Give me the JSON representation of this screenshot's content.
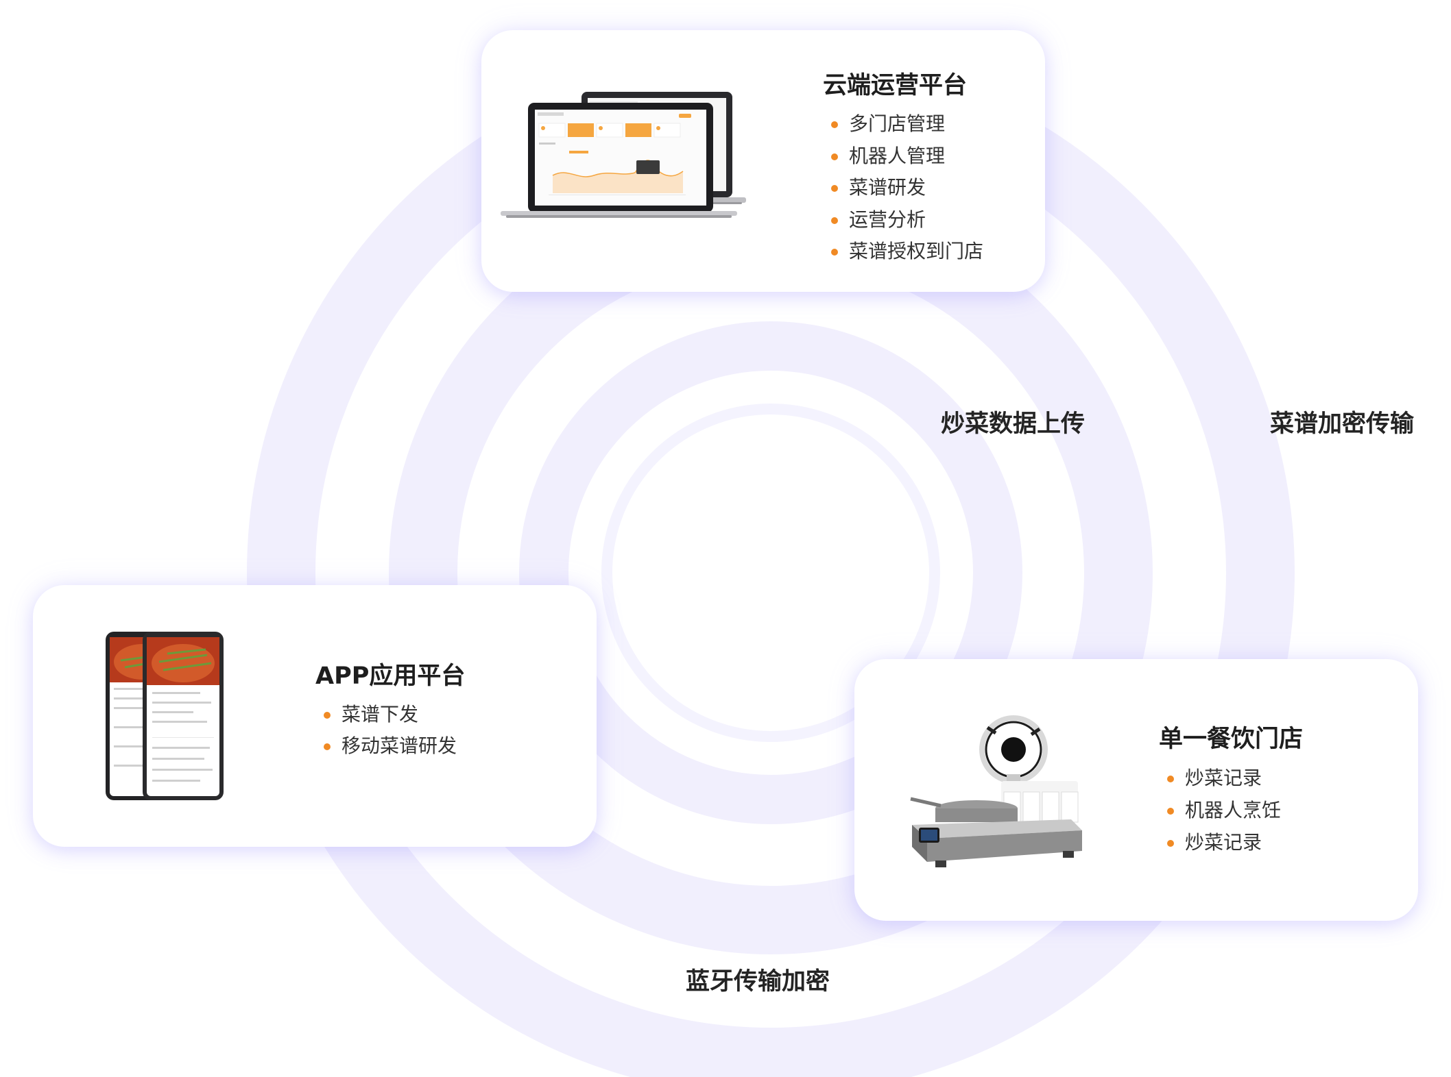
{
  "colors": {
    "accent": "#f08a24",
    "ring": "#f1effd",
    "title": "#1e1e1e",
    "text": "#333333"
  },
  "cloud_card": {
    "title": "云端运营平台",
    "features": [
      "多门店管理",
      "机器人管理",
      "菜谱研发",
      "运营分析",
      "菜谱授权到门店"
    ]
  },
  "app_card": {
    "title": "APP应用平台",
    "features": [
      "菜谱下发",
      "移动菜谱研发"
    ]
  },
  "store_card": {
    "title": "单一餐饮门店",
    "features": [
      "炒菜记录",
      "机器人烹饪",
      "炒菜记录"
    ]
  },
  "flow_labels": {
    "upload": "炒菜数据上传",
    "encrypt": "菜谱加密传输",
    "bluetooth": "蓝牙传输加密"
  }
}
